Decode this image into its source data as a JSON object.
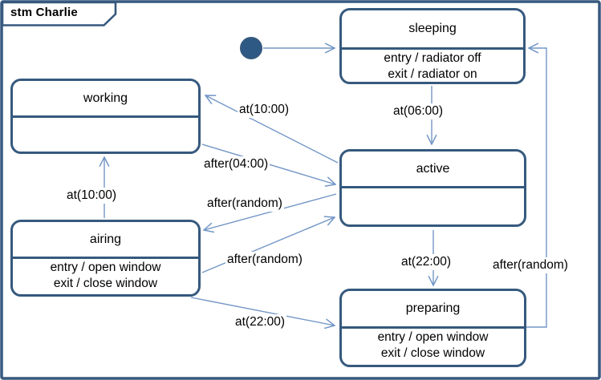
{
  "diagram": {
    "frame_label": "stm Charlie",
    "type": "uml-state-machine",
    "colors": {
      "state_border": "#36597E",
      "transition_line": "#7396C6",
      "initial_node_fill": "#2E5984",
      "text": "#000000",
      "background": "#ffffff"
    }
  },
  "states": [
    {
      "name": "sleeping",
      "actions": [
        "entry / radiator off",
        "exit / radiator on"
      ]
    },
    {
      "name": "working",
      "actions": []
    },
    {
      "name": "active",
      "actions": []
    },
    {
      "name": "airing",
      "actions": [
        "entry / open window",
        "exit / close window"
      ]
    },
    {
      "name": "preparing",
      "actions": [
        "entry / open window",
        "exit / close window"
      ]
    }
  ],
  "transitions": [
    {
      "from": "initial",
      "to": "sleeping",
      "label": ""
    },
    {
      "from": "sleeping",
      "to": "active",
      "label": "at(06:00)"
    },
    {
      "from": "active",
      "to": "working",
      "label": "at(10:00)"
    },
    {
      "from": "working",
      "to": "active",
      "label": "after(04:00)"
    },
    {
      "from": "active",
      "to": "airing",
      "label": "after(random)"
    },
    {
      "from": "airing",
      "to": "active",
      "label": "after(random)"
    },
    {
      "from": "airing",
      "to": "working",
      "label": "at(10:00)"
    },
    {
      "from": "airing",
      "to": "preparing",
      "label": "at(22:00)"
    },
    {
      "from": "active",
      "to": "preparing",
      "label": "at(22:00)"
    },
    {
      "from": "preparing",
      "to": "sleeping",
      "label": "after(random)"
    }
  ]
}
